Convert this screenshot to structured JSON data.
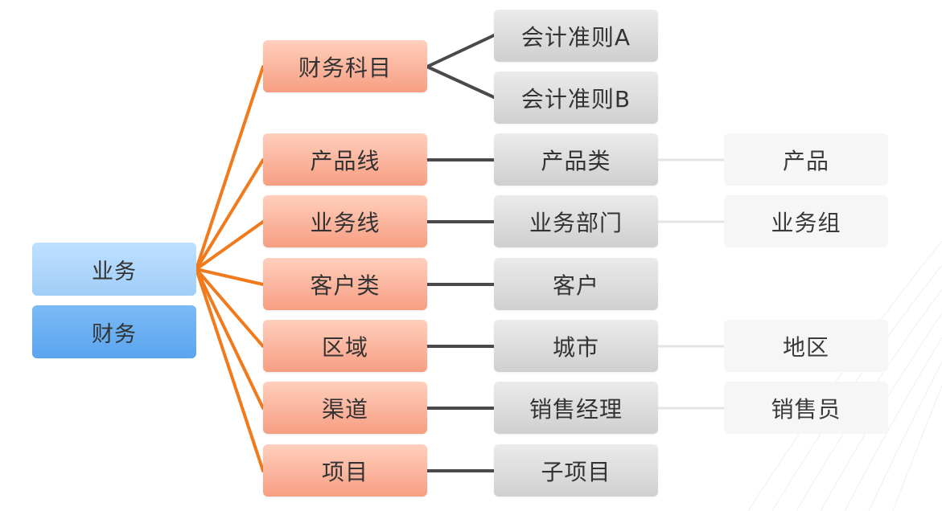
{
  "roots": {
    "yewu": "业务",
    "caiwu": "财务"
  },
  "categories": [
    {
      "key": "kemu",
      "label": "财务科目"
    },
    {
      "key": "chanpinxian",
      "label": "产品线"
    },
    {
      "key": "yewuxian",
      "label": "业务线"
    },
    {
      "key": "kehulei",
      "label": "客户类"
    },
    {
      "key": "quyu",
      "label": "区域"
    },
    {
      "key": "qudao",
      "label": "渠道"
    },
    {
      "key": "xiangmu",
      "label": "项目"
    }
  ],
  "subcategories": {
    "kemu_a": "会计准则A",
    "kemu_b": "会计准则B",
    "chanpinlei": "产品类",
    "yewubumen": "业务部门",
    "kehu": "客户",
    "chengshi": "城市",
    "xiaoshoujingli": "销售经理",
    "zixiangmu": "子项目"
  },
  "leaves": {
    "chanpin": "产品",
    "yewuzu": "业务组",
    "diqu": "地区",
    "xiaoshouyuan": "销售员"
  },
  "colors": {
    "root_connector": "#f07a1c",
    "category_connector": "#4a4a4a",
    "leaf_connector": "#e4e4e4"
  }
}
